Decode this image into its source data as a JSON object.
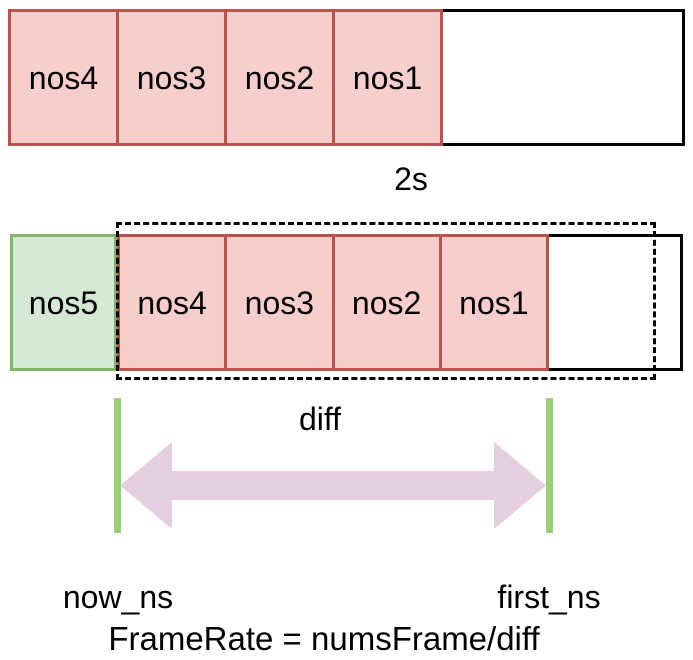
{
  "diagram": {
    "top_buffer": {
      "cells": [
        "nos4",
        "nos3",
        "nos2",
        "nos1"
      ],
      "duration_label": "2s"
    },
    "bottom_buffer": {
      "new_cell": "nos5",
      "cells": [
        "nos4",
        "nos3",
        "nos2",
        "nos1"
      ]
    },
    "diff_label": "diff",
    "now_label": "now_ns",
    "first_label": "first_ns",
    "formula": "FrameRate = numsFrame/diff"
  },
  "colors": {
    "frame_fill": "#f8cecc",
    "frame_stroke": "#b85450",
    "new_frame_fill": "#d5e8d4",
    "new_frame_stroke": "#82b366",
    "tick_green": "#97d077",
    "arrow_fill": "#e5cede",
    "outline_black": "#000000"
  }
}
